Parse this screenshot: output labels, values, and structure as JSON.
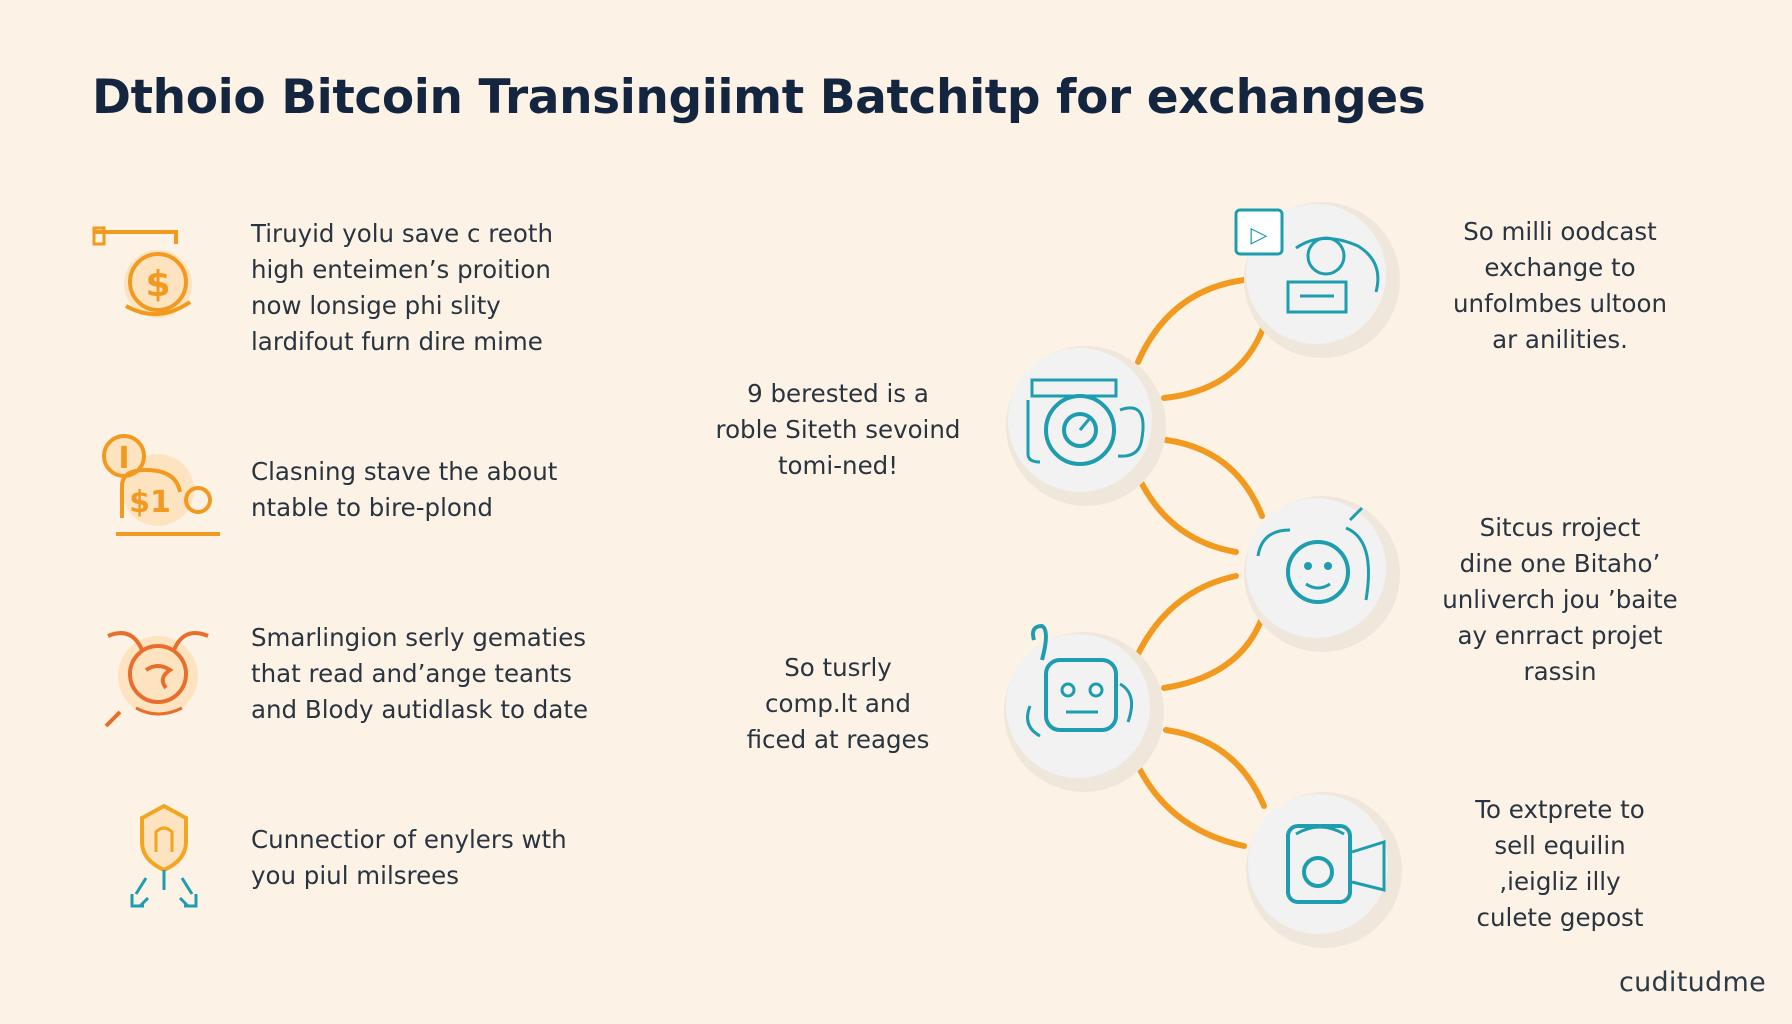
{
  "title": "Dthoio Bitcoin Transingiimt Batchitp for exchanges",
  "left_items": [
    {
      "icon": "money-bag-icon",
      "text": "Tiruyid yolu save c reoth\nhigh enteimen’s proition\nnow lonsige phi slity\nlardifout furn dire mime"
    },
    {
      "icon": "coin-stack-icon",
      "text": "Clasning stave the about\nntable to bire-plond"
    },
    {
      "icon": "piggy-bank-icon",
      "text": "Smarlingion serly gematies\nthat read and’ange teants\nand Blody autidlask to date"
    },
    {
      "icon": "shield-network-icon",
      "text": "Cunnectior of enylers wth\nyou piul milsrees"
    }
  ],
  "center_texts": [
    "9 berested is a\nroble Siteth sevoind\ntomi-ned!",
    "So tusrly\ncomp.lt and\nficed at reages"
  ],
  "right_texts": [
    "So milli oodcast\nexchange to\nunfolmbes ultoon\nar anilities.",
    "Sitcus rroject\ndine one Bitaho’\nunliverch jou ’baite\nay enrract projet\nrassin",
    "To extprete to\nsell equilin\n,ieigliz illy\nculete gepost"
  ],
  "nodes": [
    {
      "icon": "exchange-cluster-icon"
    },
    {
      "icon": "camera-node-icon"
    },
    {
      "icon": "face-node-icon"
    },
    {
      "icon": "robot-node-icon"
    },
    {
      "icon": "vault-node-icon"
    }
  ],
  "watermark": "cuditudme",
  "colors": {
    "background": "#fcf3e6",
    "accent_orange": "#f29a1f",
    "accent_teal": "#1e9db0",
    "title": "#14253f"
  }
}
